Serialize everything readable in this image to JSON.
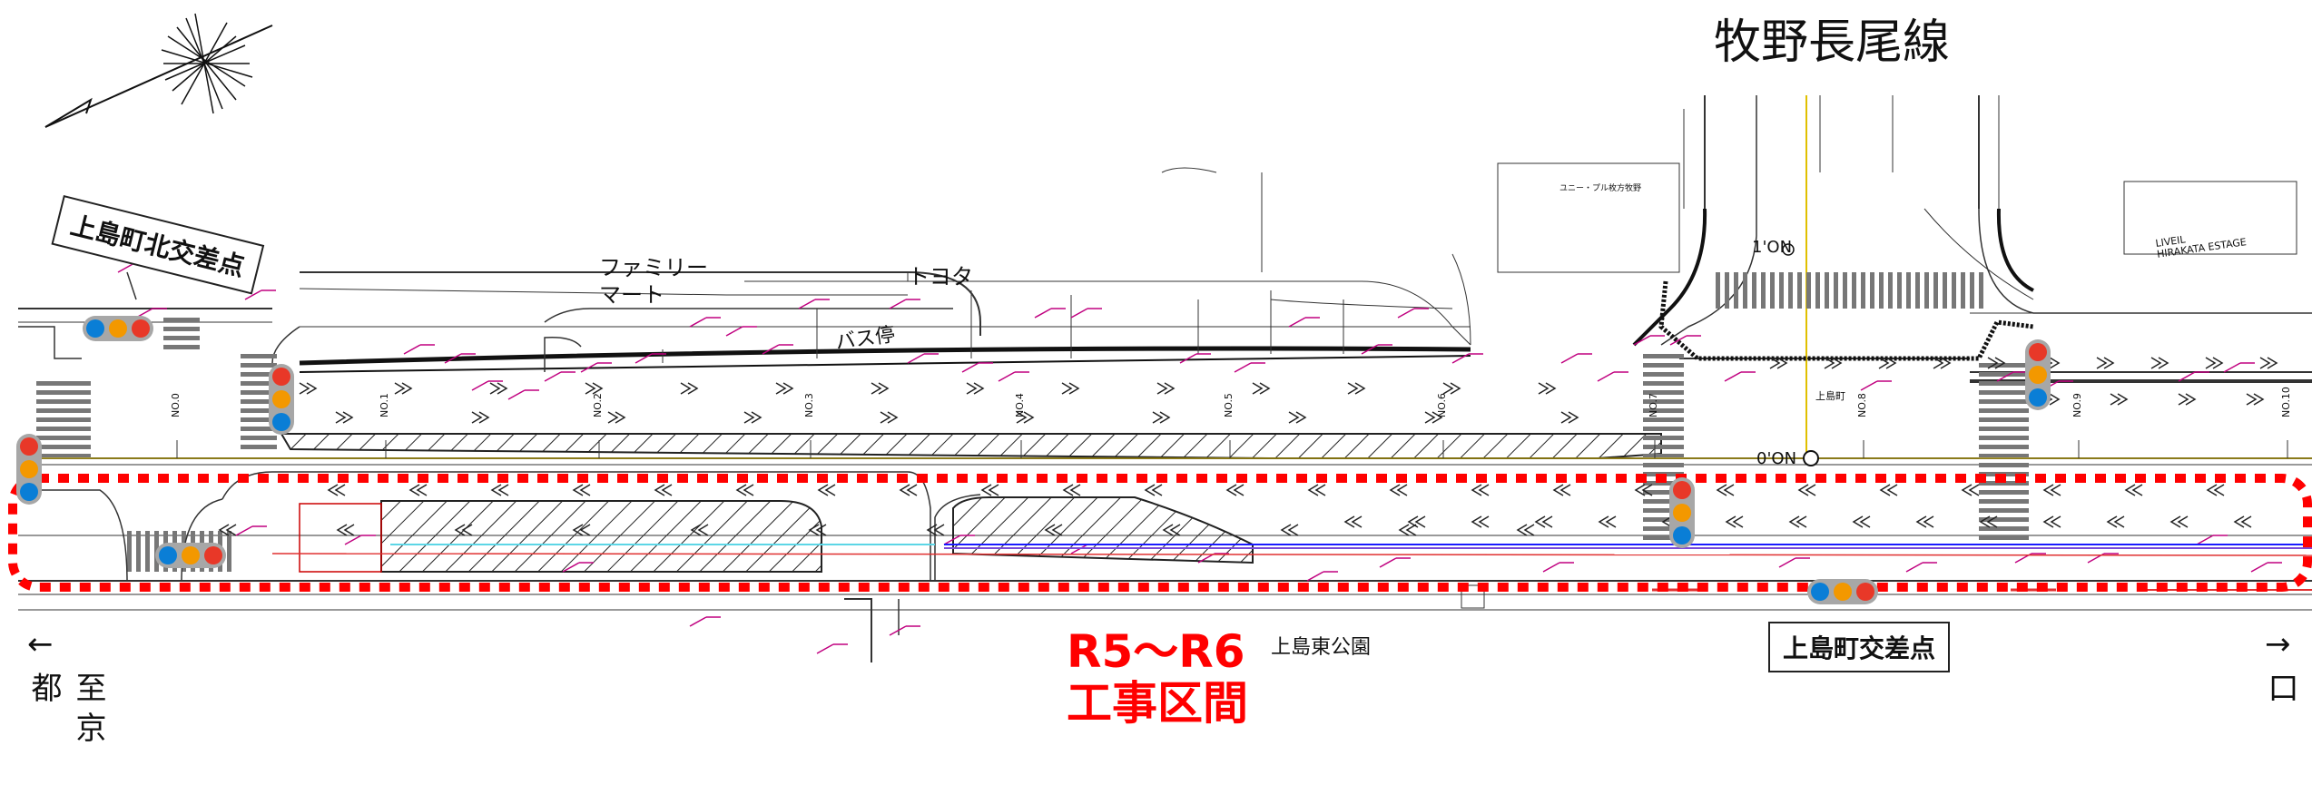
{
  "title": "牧野長尾線",
  "intersections": {
    "north": "上島町北交差点",
    "main": "上島町交差点"
  },
  "directions": {
    "left": {
      "arrow": "←",
      "label": "至京都"
    },
    "right": {
      "arrow": "→",
      "label": "至守口"
    }
  },
  "construction": {
    "period": "R5～R6",
    "label": "工事区間",
    "color": "#ff0000"
  },
  "landmarks": {
    "family_mart": "ファミリー\nマート",
    "toyota": "トヨタ",
    "bus_stop": "バス停",
    "park": "上島東公園",
    "unipur": "ユニー・プル枚方牧野",
    "liveil": "LIVEIL\nHIRAKATA ESTAGE",
    "kotobuki": "上島町"
  },
  "markers": {
    "on_top": "1'ON",
    "on_mid": "0'ON",
    "stations": [
      "NO.0",
      "NO.1",
      "NO.2",
      "NO.3",
      "NO.4",
      "NO.5",
      "NO.6",
      "NO.7",
      "NO.8",
      "NO.9",
      "NO.10"
    ]
  },
  "colors": {
    "signal_red": "#e83828",
    "signal_amber": "#f39800",
    "signal_blue": "#0a7ed6",
    "signal_housing": "#a7a7a7",
    "annotation": "#c0007f",
    "center_line": "#e0c000",
    "utility_cyan": "#5cd6e6",
    "utility_blue": "#1a1aff",
    "utility_purple": "#7a4ad9"
  }
}
